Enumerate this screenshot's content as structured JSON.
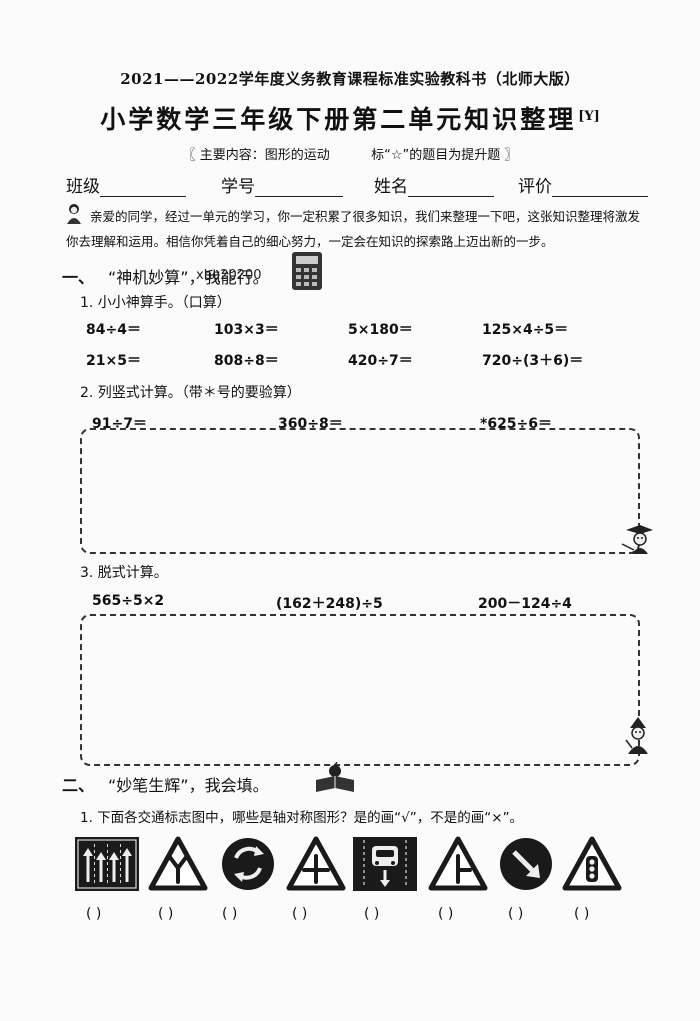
{
  "header": {
    "top_line": "2021——2022学年度义务教育课程标准实验教科书（北师大版）",
    "title": "小学数学三年级下册第二单元知识整理",
    "title_tag": "[Y]",
    "main_content": "〖 主要内容：图形的运动          标“☆”的题目为提升题 〗"
  },
  "info_fields": [
    "班级",
    "学号",
    "姓名",
    "评价"
  ],
  "intro": "亲爱的同学，经过一单元的学习，你一定积累了很多知识，我们来整理一下吧，这张知识整理将激发你去理解和运用。相信你凭着自己的细心努力，一定会在知识的探索路上迈出新的一步。",
  "section1": {
    "number": "一、",
    "title": "“神机妙算”，我能行。",
    "q1": {
      "label": "1. 小小神算手。（口算）",
      "problems": [
        [
          "84÷4＝",
          "103×3＝",
          "5×180＝",
          "125×4÷5＝"
        ],
        [
          "21×5＝",
          "808÷8＝",
          "420÷7＝",
          "720÷(3＋6)＝"
        ]
      ]
    },
    "q2": {
      "label": "2. 列竖式计算。（带＊号的要验算）",
      "problems": [
        "91÷7＝",
        "360÷8＝",
        "*625÷6＝"
      ]
    },
    "q3": {
      "label": "3. 脱式计算。",
      "problems": [
        "565÷5×2",
        "(162＋248)÷5",
        "200－124÷4"
      ]
    }
  },
  "watermark_text": "xbq20200",
  "section2": {
    "number": "二、",
    "title": "“妙笔生辉”，我会填。",
    "q1": {
      "label": "1. 下面各交通标志图中，哪些是轴对称图形？是的画“√”，不是的画“×”。",
      "signs": [
        "lane-direction-sign-icon",
        "y-junction-sign-icon",
        "roundabout-sign-icon",
        "crossroad-sign-icon",
        "car-lane-sign-icon",
        "t-junction-sign-icon",
        "keep-right-sign-icon",
        "traffic-light-sign-icon"
      ],
      "answer_blank": "(    )"
    }
  },
  "colors": {
    "ink": "#111111",
    "paper": "#fbfbfb",
    "sign_fill": "#1a1a1a"
  }
}
